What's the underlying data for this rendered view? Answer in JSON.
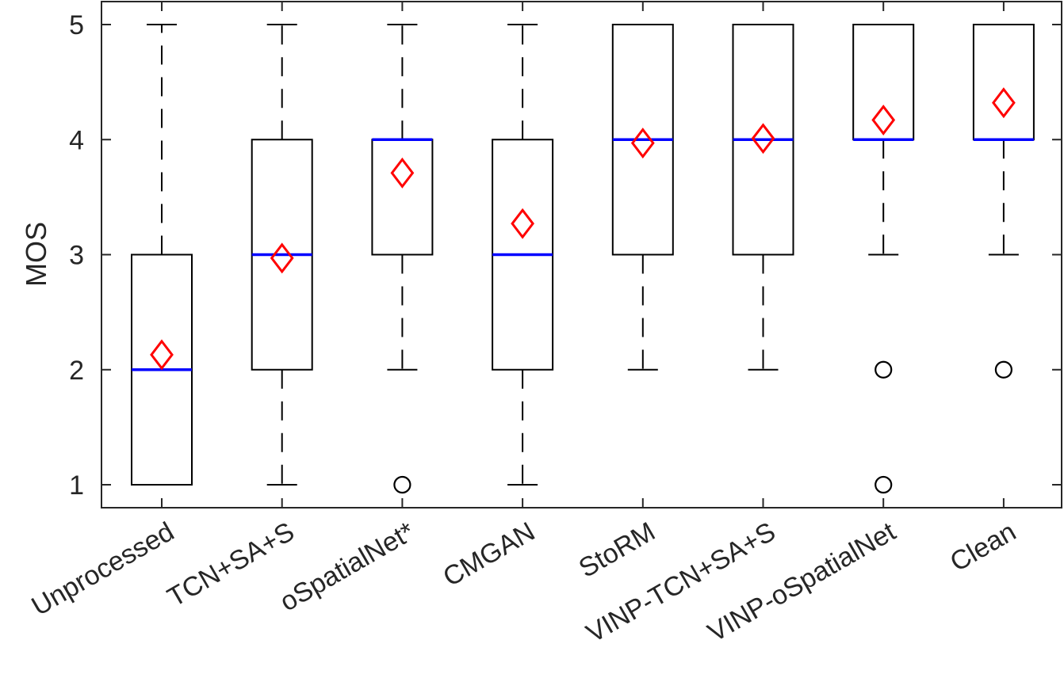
{
  "chart_data": {
    "type": "box",
    "ylabel": "MOS",
    "ylim": [
      0.8,
      5.2
    ],
    "yticks": [
      1,
      2,
      3,
      4,
      5
    ],
    "grid": false,
    "categories": [
      "Unprocessed",
      "TCN+SA+S",
      "oSpatialNet*",
      "CMGAN",
      "StoRM",
      "VINP-TCN+SA+S",
      "VINP-oSpatialNet",
      "Clean"
    ],
    "boxes": [
      {
        "whisker_low": 1,
        "q1": 1,
        "median": 2,
        "q3": 3,
        "whisker_high": 5,
        "mean": 2.13,
        "outliers": []
      },
      {
        "whisker_low": 1,
        "q1": 2,
        "median": 3,
        "q3": 4,
        "whisker_high": 5,
        "mean": 2.97,
        "outliers": []
      },
      {
        "whisker_low": 2,
        "q1": 3,
        "median": 4,
        "q3": 4,
        "whisker_high": 5,
        "mean": 3.71,
        "outliers": [
          1
        ]
      },
      {
        "whisker_low": 1,
        "q1": 2,
        "median": 3,
        "q3": 4,
        "whisker_high": 5,
        "mean": 3.27,
        "outliers": []
      },
      {
        "whisker_low": 2,
        "q1": 3,
        "median": 4,
        "q3": 5,
        "whisker_high": 5,
        "mean": 3.97,
        "outliers": []
      },
      {
        "whisker_low": 2,
        "q1": 3,
        "median": 4,
        "q3": 5,
        "whisker_high": 5,
        "mean": 4.01,
        "outliers": []
      },
      {
        "whisker_low": 3,
        "q1": 4,
        "median": 4,
        "q3": 5,
        "whisker_high": 5,
        "mean": 4.17,
        "outliers": [
          2,
          1
        ]
      },
      {
        "whisker_low": 3,
        "q1": 4,
        "median": 4,
        "q3": 5,
        "whisker_high": 5,
        "mean": 4.32,
        "outliers": [
          2
        ]
      }
    ],
    "colors": {
      "box": "#000000",
      "median": "#0000ff",
      "mean_marker": "#ff0000",
      "whisker": "#000000",
      "outlier": "#000000",
      "axis": "#262626"
    }
  }
}
